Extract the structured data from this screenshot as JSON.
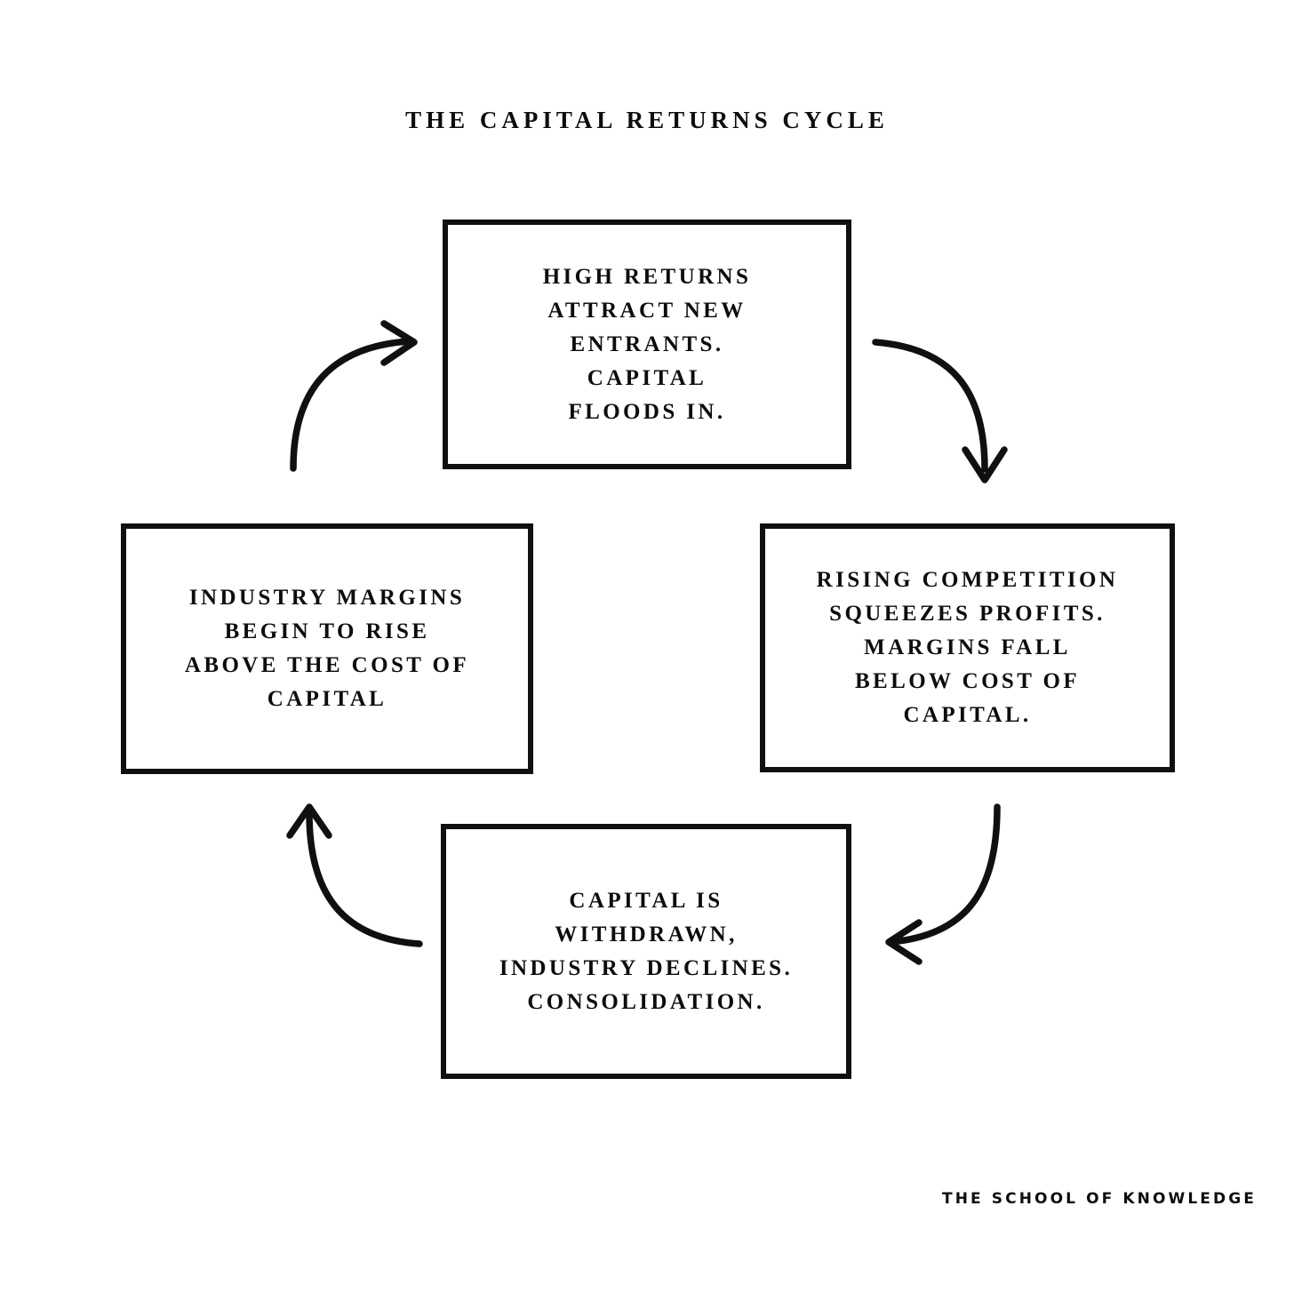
{
  "title": "THE CAPITAL RETURNS CYCLE",
  "footer": {
    "wordmark": "THE SCHOOL OF KNOWLEDGE"
  },
  "diagram": {
    "type": "cycle",
    "accent_color": "#101010",
    "background_color": "#ffffff",
    "nodes": [
      {
        "id": "high-returns",
        "position": "top",
        "text": "HIGH RETURNS\nATTRACT NEW\nENTRANTS.\nCAPITAL\nFLOODS IN."
      },
      {
        "id": "rising-competition",
        "position": "right",
        "text": "RISING COMPETITION\nSQUEEZES PROFITS.\nMARGINS FALL\nBELOW COST OF\nCAPITAL."
      },
      {
        "id": "capital-withdrawn",
        "position": "bottom",
        "text": "CAPITAL IS\nWITHDRAWN,\nINDUSTRY DECLINES.\nCONSOLIDATION."
      },
      {
        "id": "industry-margins",
        "position": "left",
        "text": "INDUSTRY MARGINS\nBEGIN TO RISE\nABOVE THE COST OF\nCAPITAL"
      }
    ],
    "arrows": [
      {
        "id": "top-to-right",
        "from": "high-returns",
        "to": "rising-competition",
        "direction": "down"
      },
      {
        "id": "right-to-bottom",
        "from": "rising-competition",
        "to": "capital-withdrawn",
        "direction": "left"
      },
      {
        "id": "bottom-to-left",
        "from": "capital-withdrawn",
        "to": "industry-margins",
        "direction": "up"
      },
      {
        "id": "left-to-top",
        "from": "industry-margins",
        "to": "high-returns",
        "direction": "right"
      }
    ]
  }
}
